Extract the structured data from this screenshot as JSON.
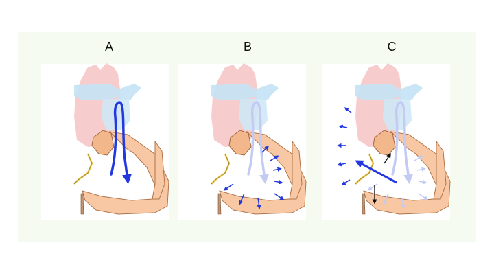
{
  "panels": [
    {
      "label": "A"
    },
    {
      "label": "B"
    },
    {
      "label": "C"
    }
  ],
  "colors": {
    "arrow_blue": "#2438e0",
    "arrow_pale": "#b9c2f2",
    "heart_wall": "#f6c9a1",
    "heart_stroke": "#a0673a",
    "aorta": "#f7c7c7",
    "vein": "#bfe0f4",
    "chest_wall": "#c69674",
    "valve": "#f2d64c"
  }
}
